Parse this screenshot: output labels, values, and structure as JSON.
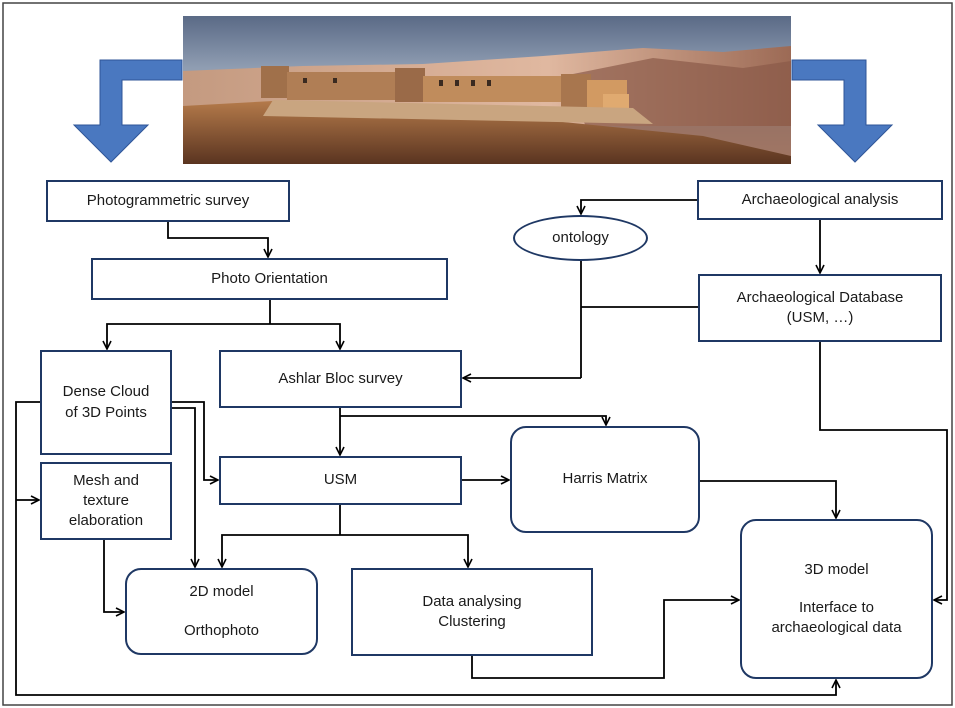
{
  "photo": {
    "icon": "castle-landscape-photo"
  },
  "boxes": {
    "photogrammetric_survey": "Photogrammetric survey",
    "archaeological_analysis": "Archaeological analysis",
    "ontology": "ontology",
    "photo_orientation": "Photo Orientation",
    "archaeological_database_line1": "Archaeological Database",
    "archaeological_database_line2": "(USM, …)",
    "dense_cloud_line1": "Dense Cloud",
    "dense_cloud_line2": "of 3D Points",
    "ashlar_bloc_survey": "Ashlar Bloc survey",
    "usm": "USM",
    "harris_matrix": "Harris Matrix",
    "mesh_line1": "Mesh and",
    "mesh_line2": "texture",
    "mesh_line3": "elaboration",
    "model_2d_line1": "2D model",
    "model_2d_line2": "Orthophoto",
    "data_analysing_line1": "Data analysing",
    "data_analysing_line2": "Clustering",
    "model_3d_line1": "3D model",
    "model_3d_line2": "Interface to",
    "model_3d_line3": "archaeological data"
  },
  "colors": {
    "box_border": "#1f3864",
    "big_arrow": "#4a78c0",
    "line": "#000000"
  }
}
